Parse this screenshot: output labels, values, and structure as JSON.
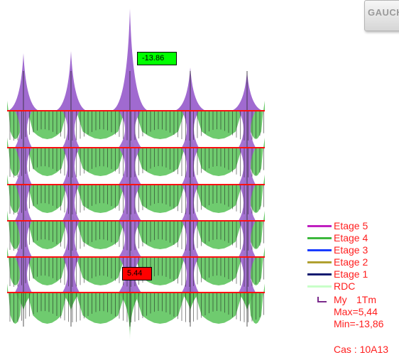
{
  "window": {
    "corner_button_label": "GAUCH"
  },
  "diagram": {
    "min_tag": "-13.86",
    "max_tag": "5.44",
    "colors": {
      "frame_beams": "#ff1010",
      "column_moment_fill": "#a06ad0",
      "beam_moment_fill": "#5fc55f",
      "hatch": "#1a1a1a"
    }
  },
  "legend": {
    "items": [
      {
        "label": "Etage 5",
        "color": "#c020c0"
      },
      {
        "label": "Etage 4",
        "color": "#3cb83c"
      },
      {
        "label": "Etage 3",
        "color": "#1a3cff"
      },
      {
        "label": "Etage 2",
        "color": "#b0a030"
      },
      {
        "label": "Etage 1",
        "color": "#101a70"
      },
      {
        "label": "RDC",
        "color": "#c8ffc8"
      }
    ],
    "quantity": "My",
    "unit": "1Tm",
    "max": "Max=5,44",
    "min": "Min=-13,86",
    "case": "Cas : 10A13"
  }
}
